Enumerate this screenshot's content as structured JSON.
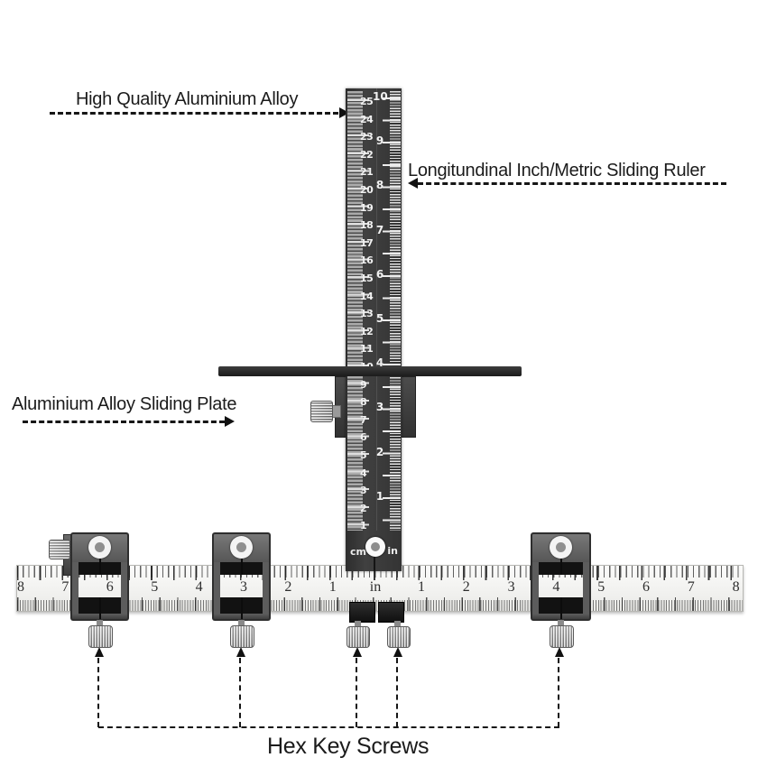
{
  "annotations": {
    "aluminium_alloy": "High Quality Aluminium Alloy",
    "sliding_ruler": "Longitundinal Inch/Metric Sliding Ruler",
    "sliding_plate": "Aluminium Alloy Sliding Plate",
    "hex_key_screws": "Hex Key Screws"
  },
  "vertical_ruler": {
    "cm_unit": "cm",
    "in_unit": "in",
    "cm_values": [
      25,
      24,
      23,
      22,
      21,
      20,
      19,
      18,
      17,
      16,
      15,
      14,
      13,
      12,
      11,
      10,
      9,
      8,
      7,
      6,
      5,
      4,
      3,
      2,
      1
    ],
    "inch_values": [
      10,
      9,
      8,
      7,
      6,
      5,
      4,
      3,
      2,
      1
    ]
  },
  "horizontal_ruler": {
    "left_values": [
      8,
      7,
      6,
      5,
      4,
      3,
      2,
      1
    ],
    "center_unit": "in",
    "right_values": [
      1,
      2,
      3,
      4,
      5,
      6,
      7,
      8
    ]
  },
  "colors": {
    "ruler_body_dark": "#383838",
    "ruler_markings": "#f1f1f1",
    "steel_ruler": "#f2f1ee",
    "clamp_gray": "#5c5c5c",
    "annotation_text": "#1b1b1b"
  }
}
